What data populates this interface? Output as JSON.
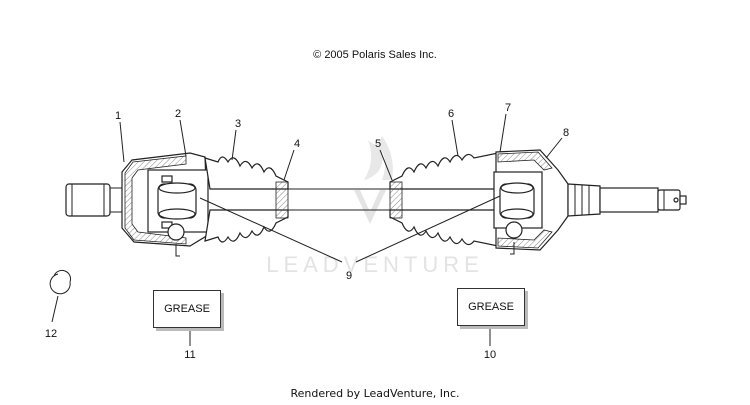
{
  "header": {
    "copyright": "© 2005 Polaris Sales Inc."
  },
  "footer": {
    "rendered_by": "Rendered by LeadVenture, Inc."
  },
  "watermark": {
    "text": "LEADVENTURE",
    "color": "#e0e0e0"
  },
  "grease_labels": {
    "left": "GREASE",
    "right": "GREASE"
  },
  "callouts": {
    "c1": "1",
    "c2": "2",
    "c3": "3",
    "c4": "4",
    "c5": "5",
    "c6": "6",
    "c7": "7",
    "c8": "8",
    "c9": "9",
    "c10": "10",
    "c11": "11",
    "c12": "12"
  }
}
